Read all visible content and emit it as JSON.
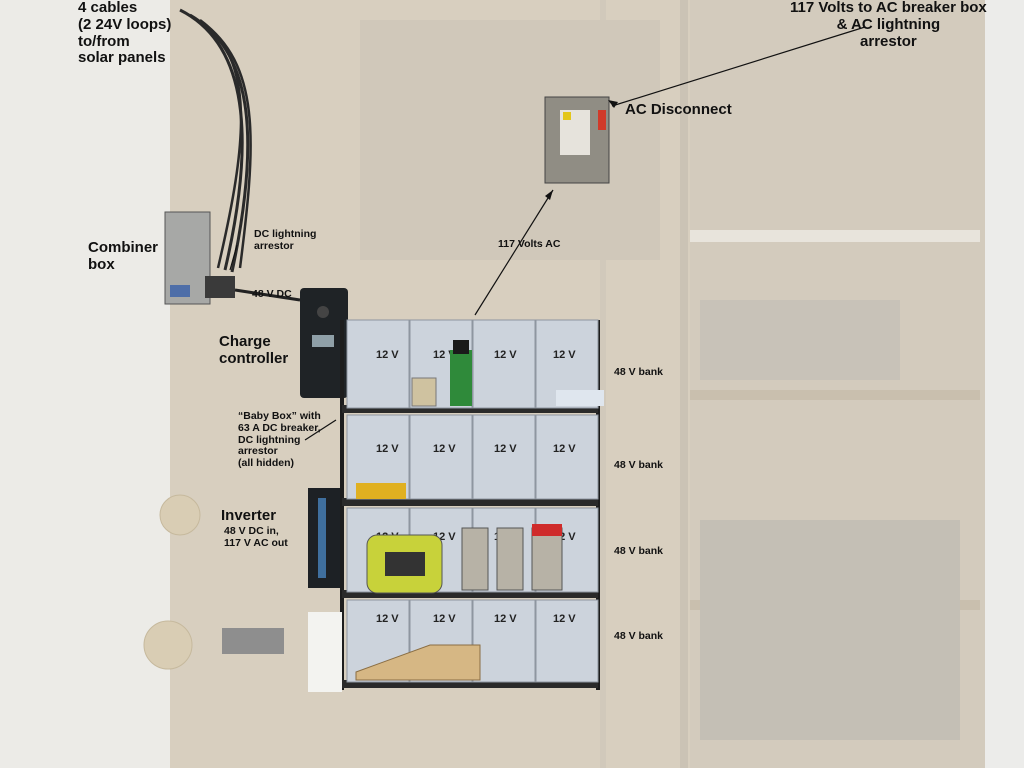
{
  "labels": {
    "cables": "4 cables\n(2 24V loops)\nto/from\nsolar panels",
    "ac_out": "117 Volts to AC breaker box\n& AC lightning\narrestor",
    "ac_disconnect": "AC Disconnect",
    "combiner_box": "Combiner\nbox",
    "dc_arrestor": "DC lightning\narrestor",
    "dc_48": "48 V DC",
    "ac_117": "117 Volts AC",
    "charge_controller": "Charge\ncontroller",
    "baby_box": "“Baby Box” with\n63 A DC breaker,\nDC lightning\narrestor\n(all hidden)",
    "inverter": "Inverter",
    "inverter_io": "48 V DC in,\n117 V AC out",
    "bank_1": "48 V bank",
    "bank_2": "48 V bank",
    "bank_3": "48 V bank",
    "bank_4": "48 V bank"
  },
  "batteries": {
    "label": "12 V"
  },
  "colors": {
    "background": "#dcd8d0",
    "battery": "#cfd6df",
    "shelf": "#222222",
    "annotation_line": "#111111"
  }
}
